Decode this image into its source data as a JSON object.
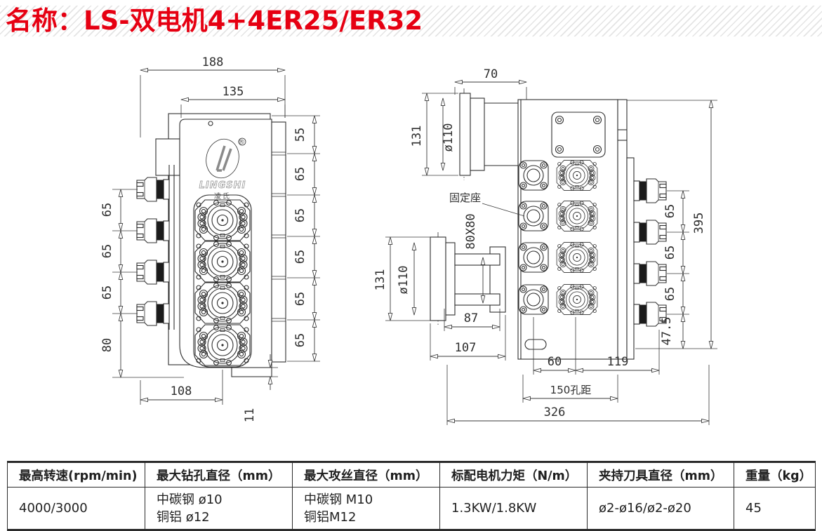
{
  "title": "名称：LS-双电机4+4ER25/ER32",
  "logo": {
    "brand": "LINGSHI",
    "brand_cn": "凌氏",
    "registered": "®"
  },
  "front_view": {
    "dim_overall_width": "188",
    "dim_body_width": "135",
    "right_chain": {
      "d1": "55",
      "d2": "65",
      "d3": "65",
      "d4": "65",
      "d5": "65",
      "d6": "65"
    },
    "left_chain": {
      "d1": "65",
      "d2": "65",
      "d3": "65",
      "d4": "80"
    },
    "dim_bottom_offset": "108",
    "dim_step": "11"
  },
  "side_view": {
    "dim_top_width": "70",
    "motor_top": {
      "dim_height": "131",
      "dim_dia": "ø110"
    },
    "motor_bottom": {
      "dim_height": "131",
      "dim_dia": "ø110"
    },
    "label_fixing_seat": "固定座",
    "label_mount_square": "80X80",
    "dim_bracket": "87",
    "dim_motor_offset": "107",
    "dim_col_spacing": "60",
    "dim_col_to_face": "119",
    "dim_hole_spacing": "150孔距",
    "dim_total_depth": "326",
    "right_chain": {
      "d1": "65",
      "d2": "65",
      "d3": "65",
      "d4": "47.5"
    },
    "dim_total_height": "395"
  },
  "spec_table": {
    "columns": [
      {
        "header": "最高转速(rpm/min)",
        "value_lines": [
          "4000/3000"
        ]
      },
      {
        "header": "最大钻孔直径（mm）",
        "value_lines": [
          "中碳钢 ø10",
          "铜铝 ø12"
        ]
      },
      {
        "header": "最大攻丝直径（mm）",
        "value_lines": [
          "中碳钢 M10",
          "铜铝M12"
        ]
      },
      {
        "header": "标配电机力矩（N/m）",
        "value_lines": [
          "1.3KW/1.8KW"
        ]
      },
      {
        "header": "夹持刀具直径（mm）",
        "value_lines": [
          "ø2-ø16/ø2-ø20"
        ]
      },
      {
        "header": "重量（kg）",
        "value_lines": [
          "45"
        ]
      }
    ]
  }
}
